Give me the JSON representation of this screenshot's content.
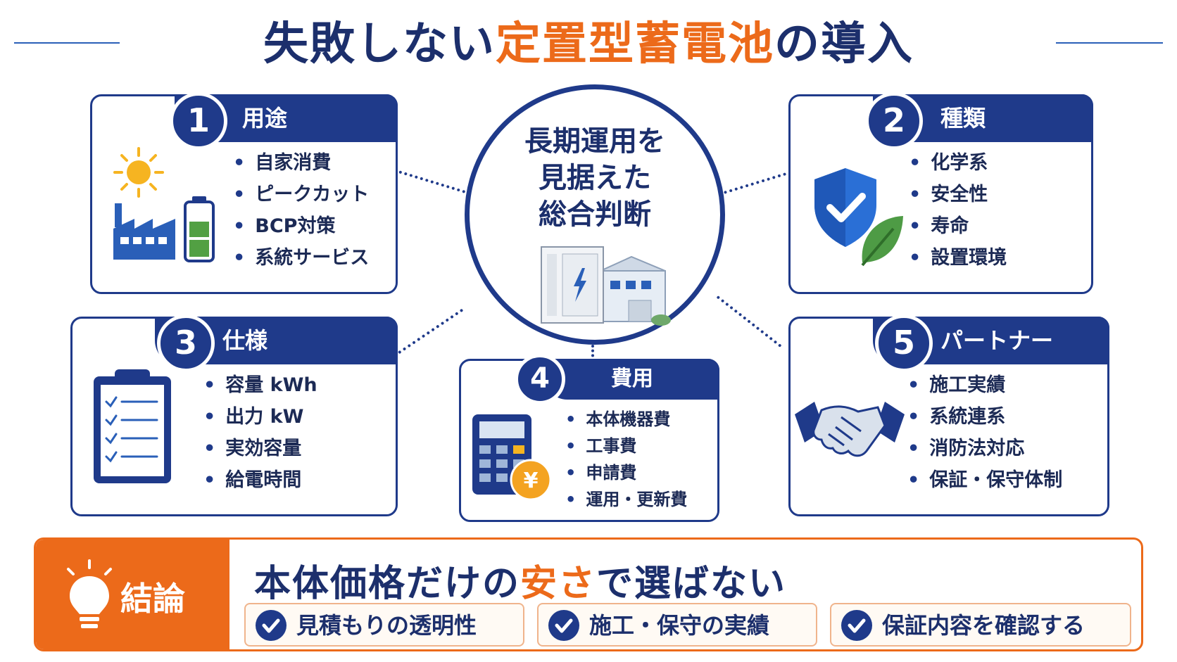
{
  "title": {
    "prefix": "失敗しない",
    "highlight": "定置型蓄電池",
    "suffix": "の導入"
  },
  "center": {
    "line1": "長期運用を",
    "line2": "見据えた",
    "line3": "総合判断"
  },
  "cards": [
    {
      "number": "1",
      "heading": "用途",
      "items": [
        "自家消費",
        "ピークカット",
        "BCP対策",
        "系統サービス"
      ]
    },
    {
      "number": "2",
      "heading": "種類",
      "items": [
        "化学系",
        "安全性",
        "寿命",
        "設置環境"
      ]
    },
    {
      "number": "3",
      "heading": "仕様",
      "items": [
        "容量 kWh",
        "出力 kW",
        "実効容量",
        "給電時間"
      ]
    },
    {
      "number": "4",
      "heading": "費用",
      "items": [
        "本体機器費",
        "工事費",
        "申請費",
        "運用・更新費"
      ]
    },
    {
      "number": "5",
      "heading": "パートナー",
      "items": [
        "施工実績",
        "系統連系",
        "消防法対応",
        "保証・保守体制"
      ]
    }
  ],
  "conclusion": {
    "label": "結論",
    "main_prefix": "本体価格だけの",
    "main_highlight": "安さ",
    "main_suffix": "で選ばない",
    "checks": [
      "見積もりの透明性",
      "施工・保守の実績",
      "保証内容を確認する"
    ]
  },
  "colors": {
    "navy": "#1f3a8a",
    "orange": "#ec6a1a"
  },
  "icons": [
    "sun-icon",
    "factory-icon",
    "battery-icon",
    "shield-check-icon",
    "leaf-icon",
    "clipboard-checklist-icon",
    "calculator-icon",
    "yen-coin-icon",
    "handshake-icon",
    "battery-cabinet-icon",
    "lightbulb-icon",
    "check-circle-icon"
  ]
}
